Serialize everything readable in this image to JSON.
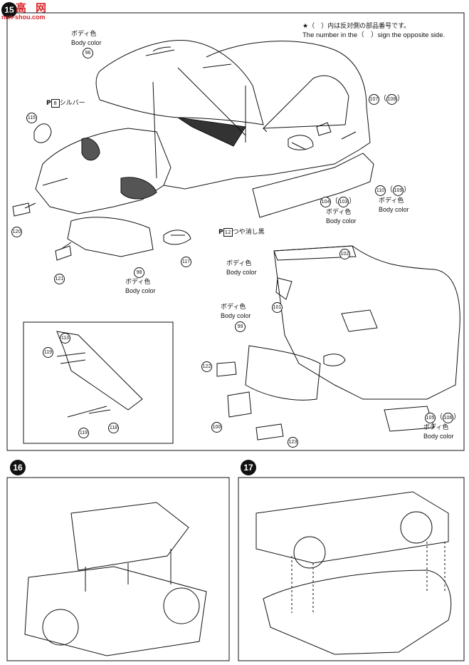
{
  "watermark": {
    "logo_text": "高",
    "site_text": "nan-shou.com",
    "brand_char": "网"
  },
  "note": {
    "star": "★",
    "jp": "（　）内は反対側の部品番号です。",
    "en": "The number in the（　）sign the opposite side."
  },
  "steps": {
    "s15": "15",
    "s16": "16",
    "s17": "17"
  },
  "labels": {
    "body_jp": "ボディ色",
    "body_en": "Body color",
    "silver_p": "P",
    "silver_num": "8",
    "silver_jp": "シルバー",
    "matte_p": "P",
    "matte_num": "12",
    "matte_jp": "つや消し黒"
  },
  "parts": {
    "p96": "96",
    "p107": "107",
    "p108": "108",
    "p115": "115",
    "p104": "104",
    "p103": "103",
    "p110": "110",
    "p109": "109",
    "p120": "120",
    "p121": "121",
    "p98": "98",
    "p117": "117",
    "p102": "102",
    "p101": "101",
    "p99": "99",
    "p122": "122",
    "p100": "100",
    "p123": "123",
    "p105": "105",
    "p106": "106",
    "p113": "113",
    "p119": "119",
    "p118": "118",
    "p119b": "119"
  },
  "colors": {
    "ink": "#111111",
    "watermark": "#d9252a",
    "paper": "#ffffff"
  }
}
